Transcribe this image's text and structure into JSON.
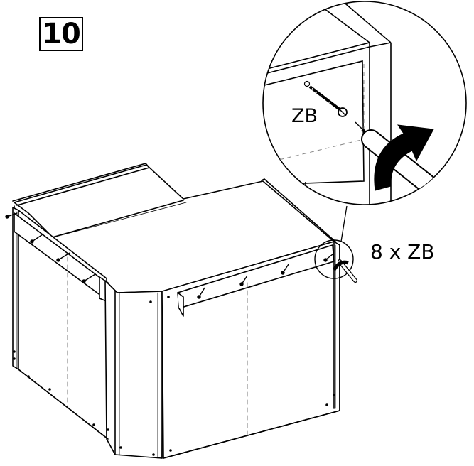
{
  "step": {
    "number": "10"
  },
  "callout": {
    "part_code": "ZB"
  },
  "quantity": {
    "label": "8 x ZB"
  },
  "icons": {
    "screwdriver": "screwdriver-icon",
    "rotation_arrow": "clockwise-arrow-icon",
    "screw": "screw-icon"
  }
}
